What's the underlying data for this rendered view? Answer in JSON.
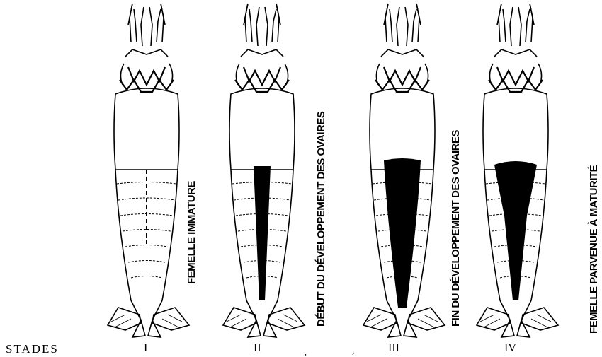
{
  "stage_axis_label": "STADES",
  "stages": [
    {
      "numeral": "I",
      "caption": "FEMELLE IMMATURE"
    },
    {
      "numeral": "II",
      "caption": "DÉBUT DU DÉVELOPPEMENT DES OVAIRES"
    },
    {
      "numeral": "III",
      "caption": "FIN DU DÉVELOPPEMENT DES OVAIRES"
    },
    {
      "numeral": "IV",
      "caption": "FEMELLE PARVENUE À MATURITÉ"
    }
  ],
  "colors": {
    "ink": "#000000",
    "paper": "#ffffff"
  }
}
